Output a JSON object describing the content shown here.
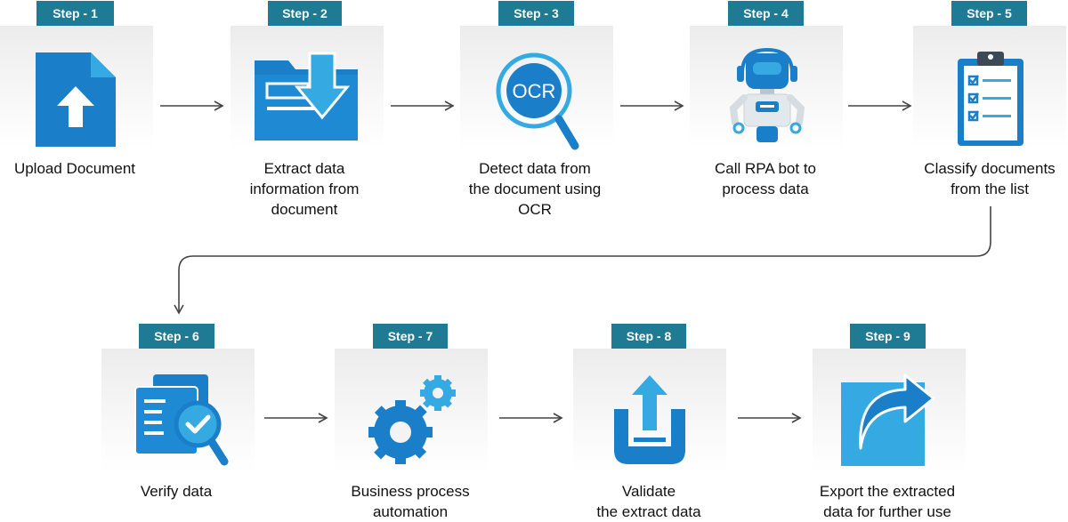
{
  "colors": {
    "badge": "#1f7b93",
    "icon_primary": "#1a7fc8",
    "icon_light": "#35a9e1",
    "arrow": "#444444"
  },
  "steps": [
    {
      "badge": "Step - 1",
      "label": [
        "Upload Document"
      ],
      "icon": "upload-document-icon"
    },
    {
      "badge": "Step - 2",
      "label": [
        "Extract data",
        "information from",
        "document"
      ],
      "icon": "folder-download-icon"
    },
    {
      "badge": "Step - 3",
      "label": [
        "Detect data from",
        "the document using",
        "OCR"
      ],
      "icon": "ocr-magnifier-icon",
      "icon_text": "OCR"
    },
    {
      "badge": "Step - 4",
      "label": [
        "Call RPA bot to",
        "process data"
      ],
      "icon": "robot-icon"
    },
    {
      "badge": "Step - 5",
      "label": [
        "Classify documents",
        "from the list"
      ],
      "icon": "clipboard-checklist-icon"
    },
    {
      "badge": "Step - 6",
      "label": [
        "Verify data"
      ],
      "icon": "verify-documents-icon"
    },
    {
      "badge": "Step - 7",
      "label": [
        "Business process",
        "automation"
      ],
      "icon": "gears-icon"
    },
    {
      "badge": "Step - 8",
      "label": [
        "Validate",
        "the extract data"
      ],
      "icon": "tray-upload-icon"
    },
    {
      "badge": "Step - 9",
      "label": [
        "Export the extracted",
        "data for further use"
      ],
      "icon": "export-share-icon"
    }
  ]
}
